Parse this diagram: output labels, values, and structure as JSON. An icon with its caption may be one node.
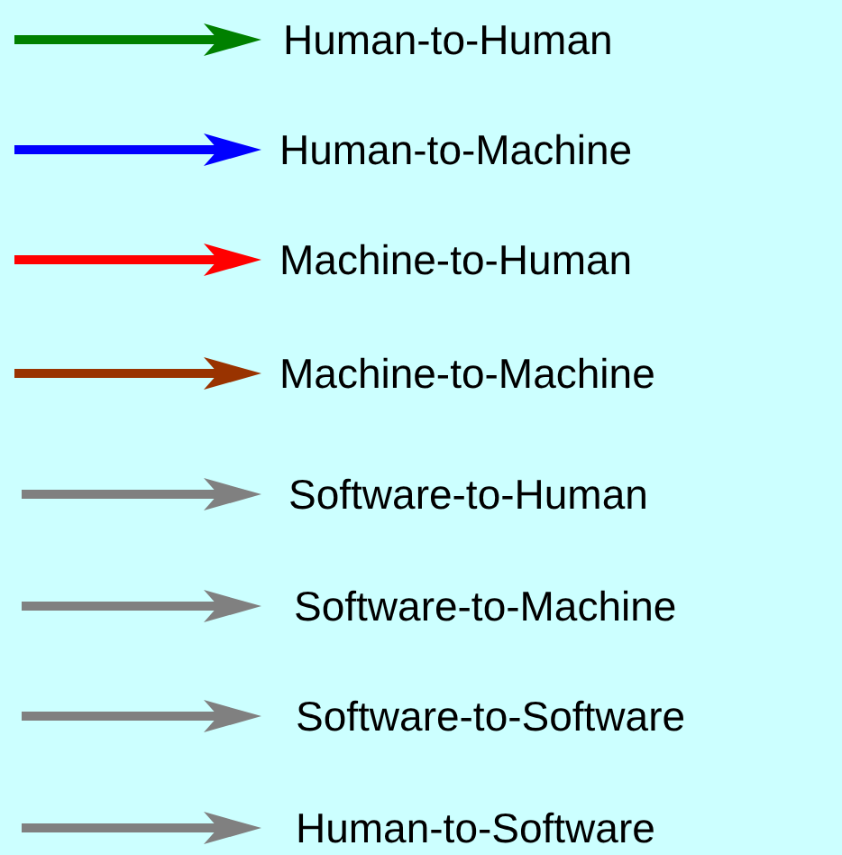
{
  "diagram": {
    "legend": [
      {
        "text": "Human-to-Human",
        "color": "#008000"
      },
      {
        "text": "Human-to-Machine",
        "color": "#0000ff"
      },
      {
        "text": "Machine-to-Human",
        "color": "#ff0000"
      },
      {
        "text": "Machine-to-Machine",
        "color": "#993300"
      },
      {
        "text": "Software-to-Human",
        "color": "#808080"
      },
      {
        "text": "Software-to-Machine",
        "color": "#808080"
      },
      {
        "text": "Software-to-Software",
        "color": "#808080"
      },
      {
        "text": "Human-to-Software",
        "color": "#808080"
      }
    ]
  }
}
